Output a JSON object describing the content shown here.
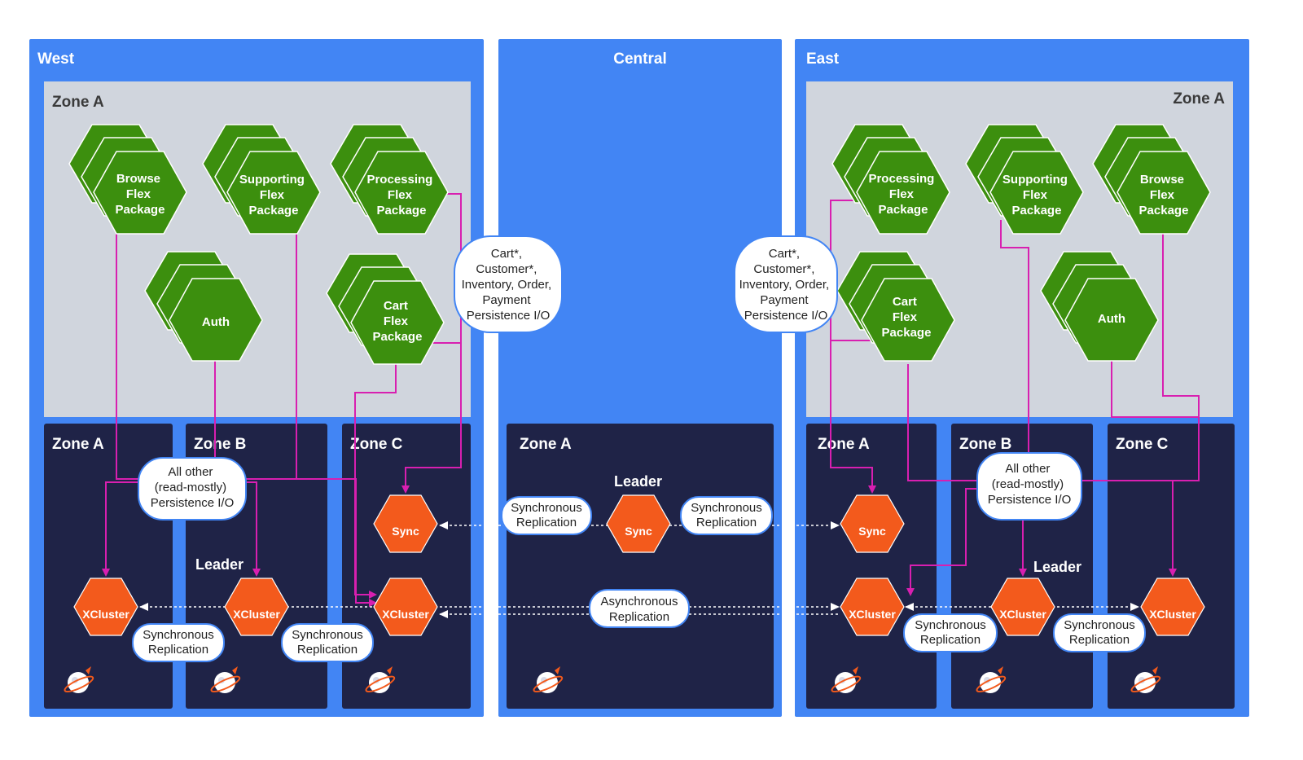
{
  "colors": {
    "region_bg": "#4285f4",
    "region_border": "#3b7be8",
    "zone_light_bg": "#d0d5dd",
    "zone_dark_bg": "#1f2347",
    "service_green": "#3c8f0e",
    "service_green_border": "#ffffff",
    "node_orange": "#f35a1c",
    "connector_magenta": "#d81fb0",
    "replication_line": "#ffffff"
  },
  "regions": {
    "west": {
      "title": "West"
    },
    "central": {
      "title": "Central"
    },
    "east": {
      "title": "East"
    }
  },
  "zones": {
    "west_app_zone": "Zone A",
    "east_app_zone": "Zone A",
    "west_db_zone_a": "Zone A",
    "west_db_zone_b": "Zone B",
    "west_db_zone_c": "Zone C",
    "central_db_zone_a": "Zone A",
    "east_db_zone_a": "Zone A",
    "east_db_zone_b": "Zone B",
    "east_db_zone_c": "Zone C"
  },
  "services": {
    "west_browse": [
      "Browse",
      "Flex",
      "Package"
    ],
    "west_supporting": [
      "Supporting",
      "Flex",
      "Package"
    ],
    "west_processing": [
      "Processing",
      "Flex",
      "Package"
    ],
    "west_auth": [
      "Auth"
    ],
    "west_cart": [
      "Cart",
      "Flex",
      "Package"
    ],
    "east_processing": [
      "Processing",
      "Flex",
      "Package"
    ],
    "east_supporting": [
      "Supporting",
      "Flex",
      "Package"
    ],
    "east_browse": [
      "Browse",
      "Flex",
      "Package"
    ],
    "east_cart": [
      "Cart",
      "Flex",
      "Package"
    ],
    "east_auth": [
      "Auth"
    ]
  },
  "db_nodes": {
    "xcluster_label": "XCluster",
    "sync_label": "Sync",
    "leader_label": "Leader"
  },
  "bubbles": {
    "west_cart_persistence": [
      "Cart*,",
      "Customer*,",
      "Inventory, Order,",
      "Payment",
      "Persistence I/O"
    ],
    "east_cart_persistence": [
      "Cart*,",
      "Customer*,",
      "Inventory, Order,",
      "Payment",
      "Persistence I/O"
    ],
    "west_all_other": [
      "All other",
      "(read-mostly)",
      "Persistence I/O"
    ],
    "east_all_other": [
      "All other",
      "(read-mostly)",
      "Persistence I/O"
    ],
    "sync_replication": [
      "Synchronous",
      "Replication"
    ],
    "async_replication": [
      "Asynchronous",
      "Replication"
    ]
  },
  "icons": {
    "db_zone_icon": "rocket-planet-icon"
  }
}
